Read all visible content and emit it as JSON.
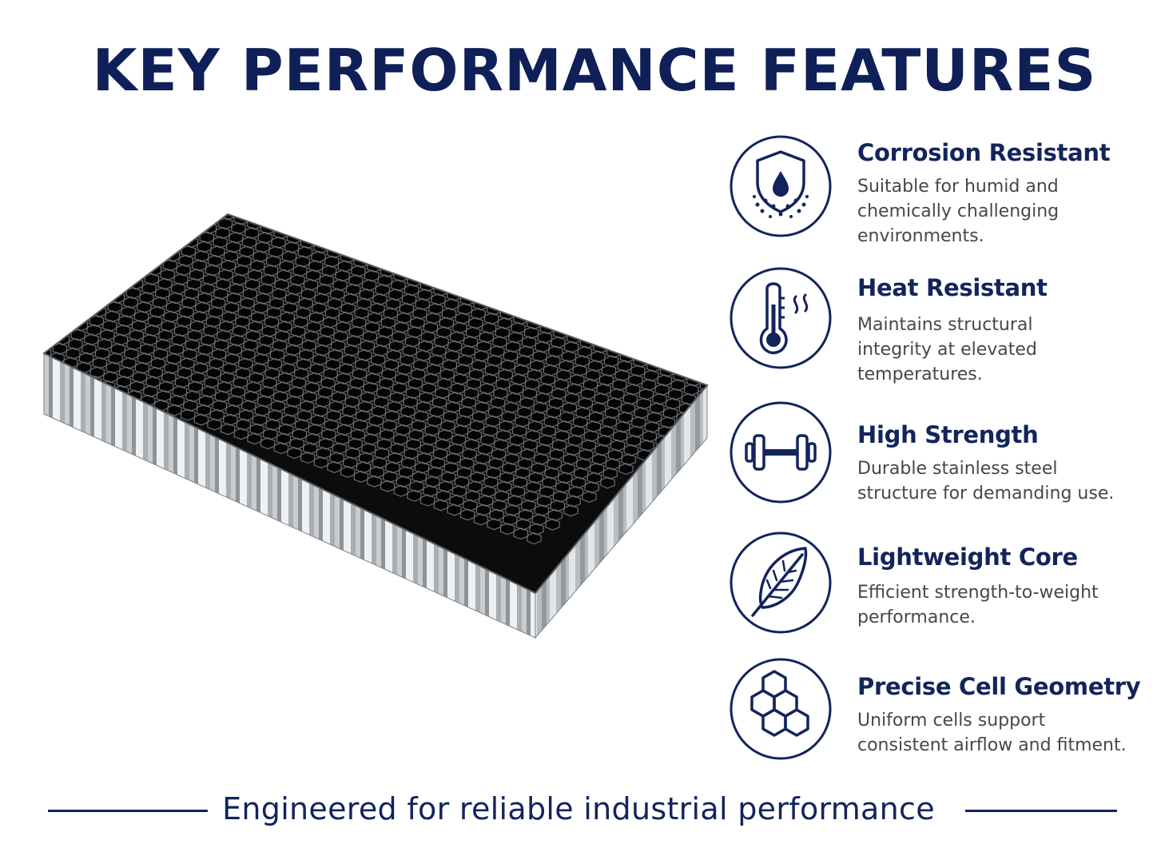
{
  "title": "KEY PERFORMANCE FEATURES",
  "features": [
    {
      "title": "Corrosion Resistant",
      "description": "Suitable for humid and chemically challenging environments.",
      "icon": "shield-droplet-icon"
    },
    {
      "title": "Heat Resistant",
      "description": "Maintains structural integrity at elevated temperatures.",
      "icon": "thermometer-icon"
    },
    {
      "title": "High Strength",
      "description": "Durable stainless steel structure for demanding use.",
      "icon": "dumbbell-icon"
    },
    {
      "title": "Lightweight Core",
      "description": "Efficient strength-to-weight performance.",
      "icon": "feather-icon"
    },
    {
      "title": "Precise Cell Geometry",
      "description": "Uniform cells support consistent airflow and fitment.",
      "icon": "hexagon-cells-icon"
    }
  ],
  "footer": "Engineered for reliable industrial performance",
  "colors": {
    "navy": "#13245c",
    "text": "#45474d",
    "background": "#ffffff"
  }
}
